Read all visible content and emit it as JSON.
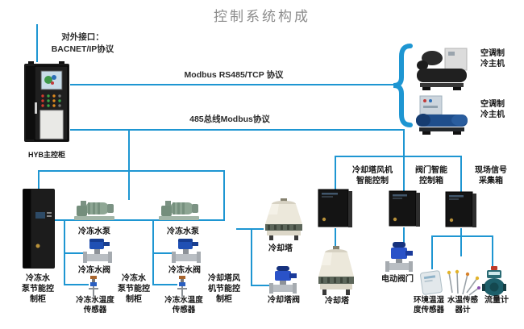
{
  "title": "控制系统构成",
  "colors": {
    "line_blue": "#1e96d2",
    "label_text": "#141414",
    "title_gray": "#8c8c8c",
    "cabinet_black": "#161616",
    "pump_green": "#8aa18f",
    "valve_blue": "#2453b8",
    "tower_cream": "#ebe7db"
  },
  "hyb": {
    "external_interface": "对外接口：\nBACNET/IP协议",
    "label": "HYB主控柜"
  },
  "protocols": {
    "tcp": "Modbus RS485/TCP 协议",
    "bus485": "485总线Modbus协议"
  },
  "chillers": {
    "unit1_label": "空调制\n冷主机",
    "unit2_label": "空调制\n冷主机"
  },
  "pump_section": {
    "cabinet1_label": "冷冻水\n泵节能控\n制柜",
    "cabinet2_label": "冷冻水\n泵节能控\n制柜",
    "cabinet3_label": "冷却塔风\n机节能控\n制柜",
    "pump1_label": "冷冻水泵",
    "pump2_label": "冷冻水泵",
    "valve1_label": "冷冻水阀",
    "valve2_label": "冷冻水阀",
    "sensor1_label": "冷冻水温度\n传感器",
    "sensor2_label": "冷冻水温度\n传感器"
  },
  "cooling": {
    "tower1_label": "冷却塔",
    "tower2_label": "冷却塔",
    "tower_valve_label": "冷却塔阀"
  },
  "control_boxes": {
    "fan_control_label": "冷却塔风机\n智能控制",
    "valve_control_label": "阀门智能\n控制箱",
    "signal_collection_label": "现场信号\n采集箱"
  },
  "field_devices": {
    "electric_valve_label": "电动阀门",
    "env_sensor_label": "环境温湿\n度传感器",
    "water_temp_sensor_label": "水温传感\n器计",
    "flow_meter_label": "流量计"
  }
}
